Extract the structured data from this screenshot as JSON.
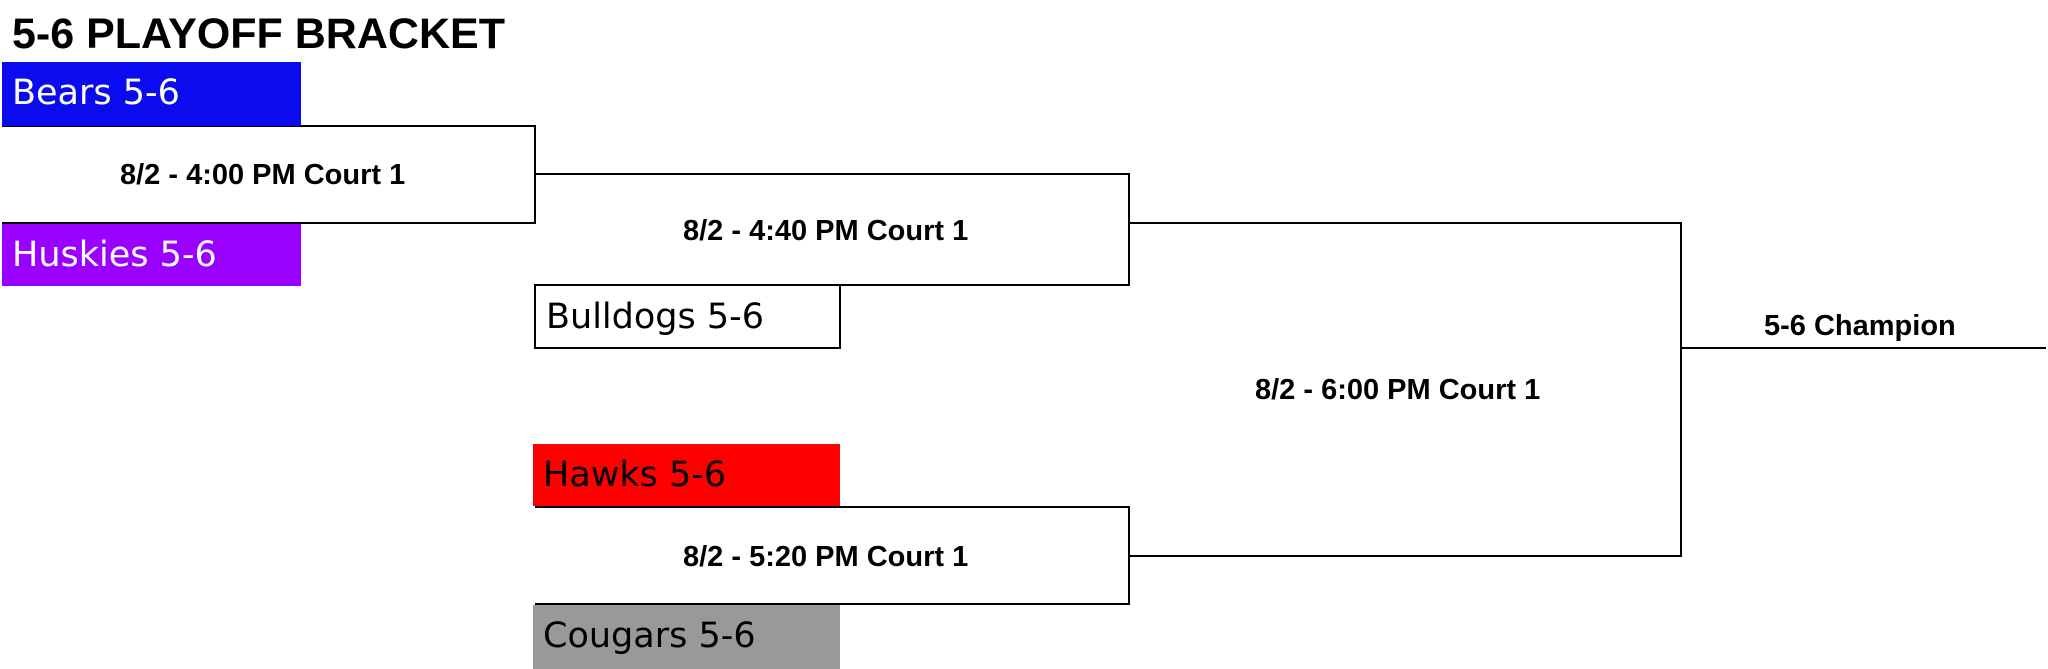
{
  "title": "5-6 PLAYOFF BRACKET",
  "teams": {
    "bears": {
      "label": "Bears 5-6",
      "color": "#0b0bef",
      "text_color": "#ffffff"
    },
    "huskies": {
      "label": "Huskies 5-6",
      "color": "#9900ff",
      "text_color": "#ffffff"
    },
    "bulldogs": {
      "label": "Bulldogs 5-6",
      "color": "#ffffff",
      "text_color": "#000000"
    },
    "hawks": {
      "label": "Hawks 5-6",
      "color": "#ff0000",
      "text_color": "#000000"
    },
    "cougars": {
      "label": "Cougars 5-6",
      "color": "#999999",
      "text_color": "#000000"
    }
  },
  "matches": {
    "round1": "8/2 - 4:00 PM Court 1",
    "semi1": "8/2 - 4:40 PM Court 1",
    "semi2": "8/2 - 5:20 PM Court 1",
    "final": "8/2 - 6:00 PM Court 1"
  },
  "champion_label": "5-6 Champion"
}
